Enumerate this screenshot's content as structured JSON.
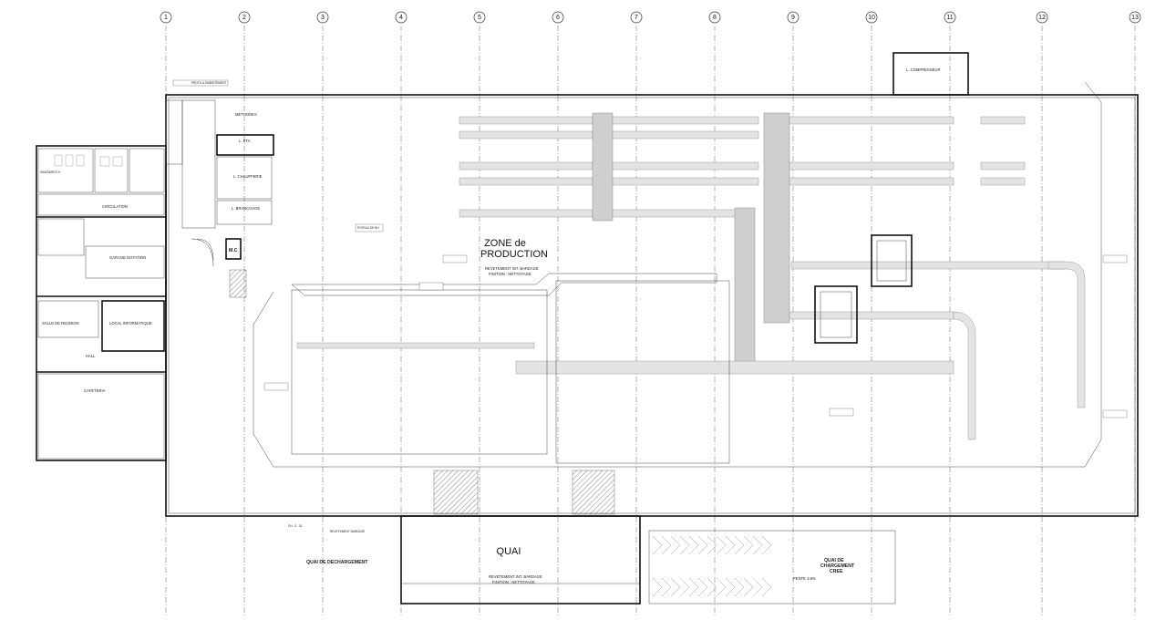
{
  "drawing": {
    "grid_axes": [
      "1",
      "2",
      "3",
      "4",
      "5",
      "6",
      "7",
      "8",
      "9",
      "10",
      "11",
      "12",
      "13"
    ],
    "zones": {
      "production_title_1": "ZONE de",
      "production_title_2": "PRODUCTION",
      "production_sub": "REVETEMENT INT. BARDAGE",
      "production_sub2": "FINITION : NETTOYAGE",
      "quai_title": "QUAI",
      "quai_sub": "REVETEMENT INT. BARDAGE",
      "quai_sub2": "FINITION : NETTOYAGE",
      "quai_dechargement": "QUAI DE DECHARGEMENT",
      "quai_chargement_1": "QUAI DE",
      "quai_chargement_2": "CHARGEMENT",
      "quai_chargement_3": "CREE",
      "pente": "PENTE 3.8%"
    },
    "rooms": {
      "methodes": "METHODES",
      "local_eta": "L. ETA",
      "chaufferie": "L. CHAUFFERIE",
      "branchage": "L. BRANCHAGE",
      "circulation": "CIRCULATION",
      "sanitaires": "SANITAIRES H.",
      "garage": "GARAGE DOTATION",
      "salle_reunion": "SALLE DE REUNION",
      "local_info": "LOCAL INFORMATIQUE",
      "hall": "HALL",
      "cafeteria": "CAFETERIA",
      "compresseur": "L. COMPRESSEUR",
      "mc": "M.C"
    },
    "tags": {
      "ch": "CH - 0 - 01",
      "poteau": "POTEAU DE BH",
      "revetement": "REVETEMENT BARDAGE",
      "profil": "PROFIL A EMBOITEMENT"
    }
  }
}
